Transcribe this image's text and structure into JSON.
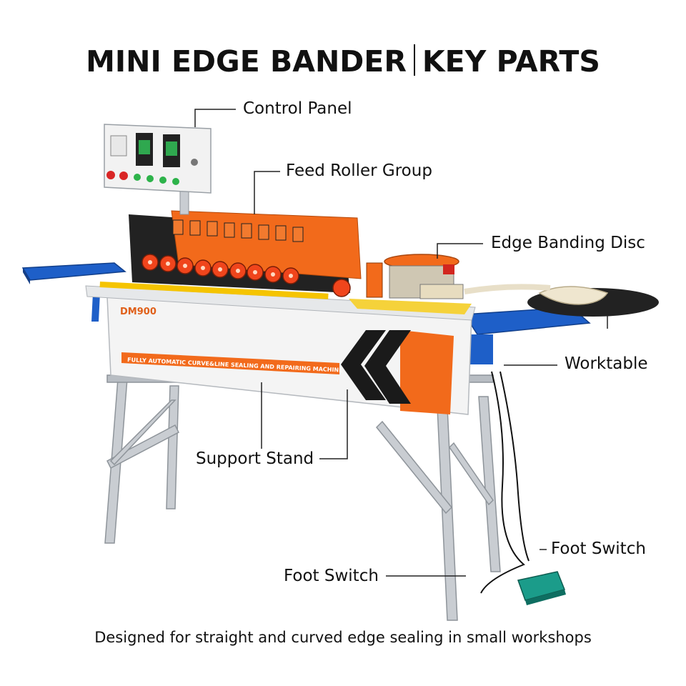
{
  "title": {
    "left": "MINI EDGE BANDER",
    "right": "KEY PARTS"
  },
  "labels": {
    "control_panel": "Control Panel",
    "feed_roller_group": "Feed Roller Group",
    "edge_banding_disc": "Edge Banding Disc",
    "worktable": "Worktable",
    "support_stand": "Support Stand",
    "foot_switch_right": "Foot Switch",
    "foot_switch_bottom": "Foot Switch"
  },
  "machine": {
    "model": "DM900",
    "stripe_text": "FULLY AUTOMATIC CURVE&LINE SEALING AND REPAIRING MACHINE"
  },
  "caption": "Designed for straight and curved edge sealing in small workshops",
  "colors": {
    "orange": "#f26a1b",
    "blue": "#1e5fc8",
    "black": "#1a1a1a",
    "steel": "#c9cdd2",
    "body_white": "#f4f4f4",
    "pedal_teal": "#1b9c8a"
  }
}
